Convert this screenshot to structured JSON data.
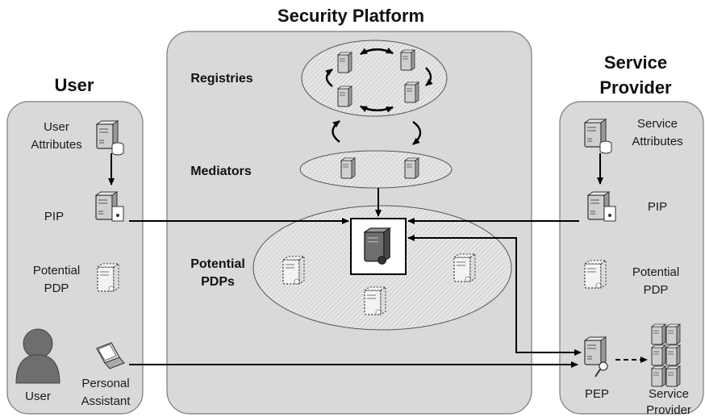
{
  "titles": {
    "security_platform": "Security Platform",
    "user": "User",
    "service_provider_line1": "Service",
    "service_provider_line2": "Provider"
  },
  "platform": {
    "registries": "Registries",
    "mediators": "Mediators",
    "potential_pdps_line1": "Potential",
    "potential_pdps_line2": "PDPs"
  },
  "user_column": {
    "attributes_line1": "User",
    "attributes_line2": "Attributes",
    "pip": "PIP",
    "potential_pdp_line1": "Potential",
    "potential_pdp_line2": "PDP",
    "user": "User",
    "personal_assistant_line1": "Personal",
    "personal_assistant_line2": "Assistant"
  },
  "provider_column": {
    "attributes_line1": "Service",
    "attributes_line2": "Attributes",
    "pip": "PIP",
    "potential_pdp_line1": "Potential",
    "potential_pdp_line2": "PDP",
    "pep": "PEP",
    "service_provider_line1": "Service",
    "service_provider_line2": "Provider"
  },
  "colors": {
    "panel_fill": "#d9d9d9",
    "panel_stroke": "#7a7a7a",
    "server_body": "#c8c8c8",
    "arrow": "#000000"
  }
}
